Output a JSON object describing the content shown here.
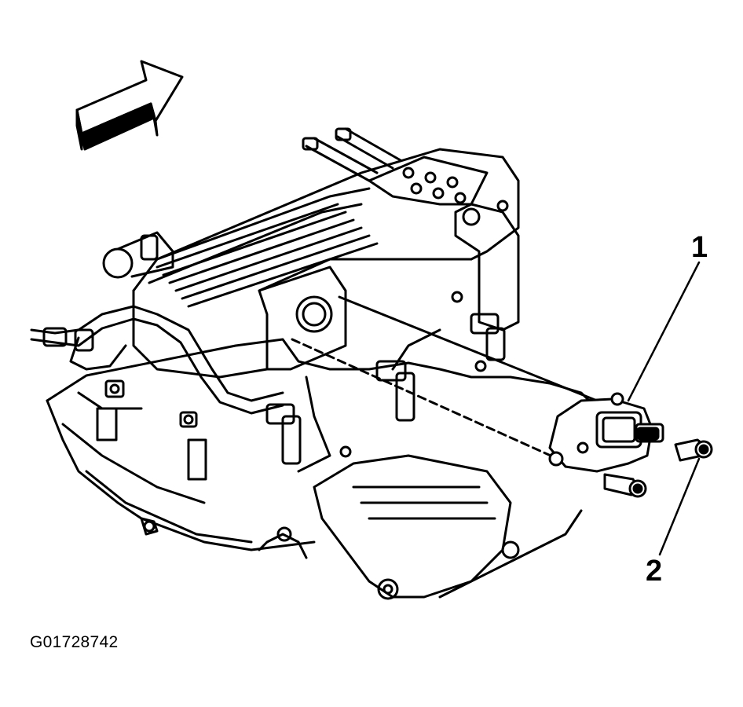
{
  "figure_id": "G01728742",
  "callouts": [
    {
      "label": "1"
    },
    {
      "label": "2"
    }
  ],
  "colors": {
    "ink": "#000000",
    "paper": "#ffffff"
  }
}
